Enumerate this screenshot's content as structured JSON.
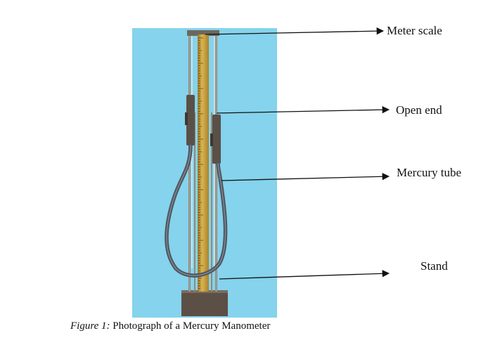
{
  "figure": {
    "caption_number": "Figure 1:",
    "caption_text": "Photograph of a Mercury Manometer"
  },
  "labels": {
    "meter_scale": "Meter scale",
    "open_end": "Open end",
    "mercury_tube": "Mercury tube",
    "stand": "Stand"
  },
  "colors": {
    "background_panel": "#85d3ec",
    "scale": "#c9a23f",
    "tube": "#4e5560",
    "frame": "#8e8a7e",
    "base": "#5c4f45"
  }
}
